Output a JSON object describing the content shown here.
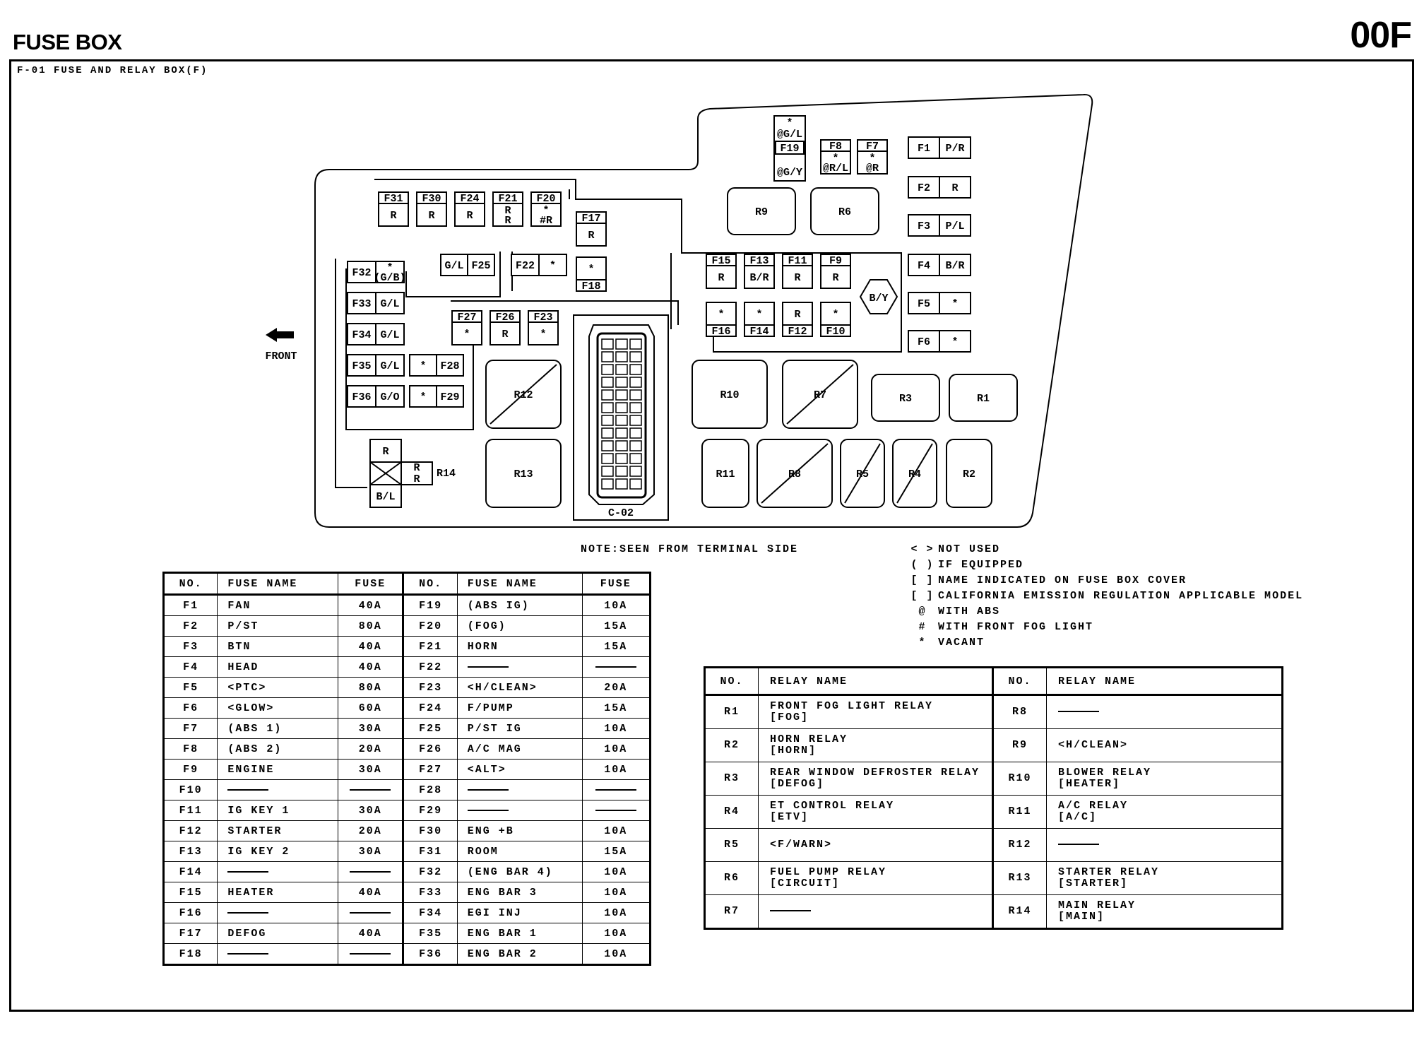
{
  "header": {
    "title": "FUSE BOX",
    "code": "00F"
  },
  "subtitle": "F-01 FUSE AND RELAY BOX(F)",
  "note": "NOTE:SEEN FROM TERMINAL SIDE",
  "front_label": "FRONT",
  "legend": [
    {
      "symbol": "< >",
      "text": "NOT USED"
    },
    {
      "symbol": "( )",
      "text": "IF EQUIPPED"
    },
    {
      "symbol": "[ ]",
      "text": "NAME INDICATED ON FUSE BOX COVER"
    },
    {
      "symbol": "[ ]",
      "text": "CALIFORNIA EMISSION REGULATION APPLICABLE MODEL"
    },
    {
      "symbol": "@",
      "text": "WITH ABS"
    },
    {
      "symbol": "#",
      "text": "WITH FRONT FOG LIGHT"
    },
    {
      "symbol": "*",
      "text": "VACANT"
    }
  ],
  "box": {
    "fuses": [
      {
        "id": "F31",
        "tag": "R"
      },
      {
        "id": "F30",
        "tag": "R"
      },
      {
        "id": "F24",
        "tag": "R"
      },
      {
        "id": "F21",
        "tag": "R R"
      },
      {
        "id": "F20",
        "tag": "* #R"
      },
      {
        "id": "F17",
        "tag": "R"
      },
      {
        "id": "F22",
        "tag": "*"
      },
      {
        "id": "F18",
        "tag": "*"
      },
      {
        "id": "F25",
        "tag": "G/L"
      },
      {
        "id": "F32",
        "tag": "* (G/B)"
      },
      {
        "id": "F33",
        "tag": "G/L"
      },
      {
        "id": "F34",
        "tag": "G/L"
      },
      {
        "id": "F35",
        "tag": "G/L"
      },
      {
        "id": "F36",
        "tag": "G/O"
      },
      {
        "id": "F28",
        "tag": "*"
      },
      {
        "id": "F29",
        "tag": "*"
      },
      {
        "id": "F27",
        "tag": "*"
      },
      {
        "id": "F26",
        "tag": "R"
      },
      {
        "id": "F23",
        "tag": "*"
      },
      {
        "id": "F19",
        "tag": "* @G/L @G/Y"
      },
      {
        "id": "F8",
        "tag": "* @R/L"
      },
      {
        "id": "F7",
        "tag": "* @R"
      },
      {
        "id": "F15",
        "tag": "R"
      },
      {
        "id": "F13",
        "tag": "B/R"
      },
      {
        "id": "F11",
        "tag": "R"
      },
      {
        "id": "F9",
        "tag": "R"
      },
      {
        "id": "F16",
        "tag": "*"
      },
      {
        "id": "F14",
        "tag": "*"
      },
      {
        "id": "F12",
        "tag": "R"
      },
      {
        "id": "F10",
        "tag": "*"
      },
      {
        "id": "F1",
        "tag": "P/R"
      },
      {
        "id": "F2",
        "tag": "R"
      },
      {
        "id": "F3",
        "tag": "P/L"
      },
      {
        "id": "F4",
        "tag": "B/R"
      },
      {
        "id": "F5",
        "tag": "*"
      },
      {
        "id": "F6",
        "tag": "*"
      }
    ],
    "relays": [
      "R1",
      "R2",
      "R3",
      "R4",
      "R5",
      "R6",
      "R7",
      "R8",
      "R9",
      "R10",
      "R11",
      "R12",
      "R13",
      "R14"
    ],
    "connector": "C-02",
    "connector_tag": "B/Y",
    "r14_wires": [
      "R",
      "R R",
      "B/L"
    ]
  },
  "fuse_table": {
    "headers": [
      "NO.",
      "FUSE NAME",
      "FUSE",
      "NO.",
      "FUSE NAME",
      "FUSE"
    ],
    "rows": [
      [
        "F1",
        "FAN",
        "40A",
        "F19",
        "(ABS IG)",
        "10A"
      ],
      [
        "F2",
        "P/ST",
        "80A",
        "F20",
        "(FOG)",
        "15A"
      ],
      [
        "F3",
        "BTN",
        "40A",
        "F21",
        "HORN",
        "15A"
      ],
      [
        "F4",
        "HEAD",
        "40A",
        "F22",
        "—",
        "—"
      ],
      [
        "F5",
        "<PTC>",
        "80A",
        "F23",
        "<H/CLEAN>",
        "20A"
      ],
      [
        "F6",
        "<GLOW>",
        "60A",
        "F24",
        "F/PUMP",
        "15A"
      ],
      [
        "F7",
        "(ABS 1)",
        "30A",
        "F25",
        "P/ST IG",
        "10A"
      ],
      [
        "F8",
        "(ABS 2)",
        "20A",
        "F26",
        "A/C MAG",
        "10A"
      ],
      [
        "F9",
        "ENGINE",
        "30A",
        "F27",
        "<ALT>",
        "10A"
      ],
      [
        "F10",
        "—",
        "—",
        "F28",
        "—",
        "—"
      ],
      [
        "F11",
        "IG KEY 1",
        "30A",
        "F29",
        "—",
        "—"
      ],
      [
        "F12",
        "STARTER",
        "20A",
        "F30",
        "ENG +B",
        "10A"
      ],
      [
        "F13",
        "IG KEY 2",
        "30A",
        "F31",
        "ROOM",
        "15A"
      ],
      [
        "F14",
        "—",
        "—",
        "F32",
        "(ENG BAR 4)",
        "10A"
      ],
      [
        "F15",
        "HEATER",
        "40A",
        "F33",
        "ENG BAR 3",
        "10A"
      ],
      [
        "F16",
        "—",
        "—",
        "F34",
        "EGI INJ",
        "10A"
      ],
      [
        "F17",
        "DEFOG",
        "40A",
        "F35",
        "ENG BAR 1",
        "10A"
      ],
      [
        "F18",
        "—",
        "—",
        "F36",
        "ENG BAR 2",
        "10A"
      ]
    ]
  },
  "relay_table": {
    "headers": [
      "NO.",
      "RELAY NAME",
      "NO.",
      "RELAY NAME"
    ],
    "rows": [
      [
        {
          "no": "R1",
          "line1": "FRONT FOG LIGHT RELAY",
          "line2": "[FOG]"
        },
        {
          "no": "R8",
          "line1": "—",
          "line2": ""
        }
      ],
      [
        {
          "no": "R2",
          "line1": "HORN RELAY",
          "line2": "[HORN]"
        },
        {
          "no": "R9",
          "line1": "<H/CLEAN>",
          "line2": ""
        }
      ],
      [
        {
          "no": "R3",
          "line1": "REAR WINDOW DEFROSTER RELAY",
          "line2": "[DEFOG]"
        },
        {
          "no": "R10",
          "line1": "BLOWER RELAY",
          "line2": "[HEATER]"
        }
      ],
      [
        {
          "no": "R4",
          "line1": "ET CONTROL RELAY",
          "line2": "[ETV]"
        },
        {
          "no": "R11",
          "line1": "A/C RELAY",
          "line2": "[A/C]"
        }
      ],
      [
        {
          "no": "R5",
          "line1": "<F/WARN>",
          "line2": ""
        },
        {
          "no": "R12",
          "line1": "—",
          "line2": ""
        }
      ],
      [
        {
          "no": "R6",
          "line1": "FUEL PUMP RELAY",
          "line2": "[CIRCUIT]"
        },
        {
          "no": "R13",
          "line1": "STARTER RELAY",
          "line2": "[STARTER]"
        }
      ],
      [
        {
          "no": "R7",
          "line1": "—",
          "line2": ""
        },
        {
          "no": "R14",
          "line1": "MAIN RELAY",
          "line2": "[MAIN]"
        }
      ]
    ]
  }
}
